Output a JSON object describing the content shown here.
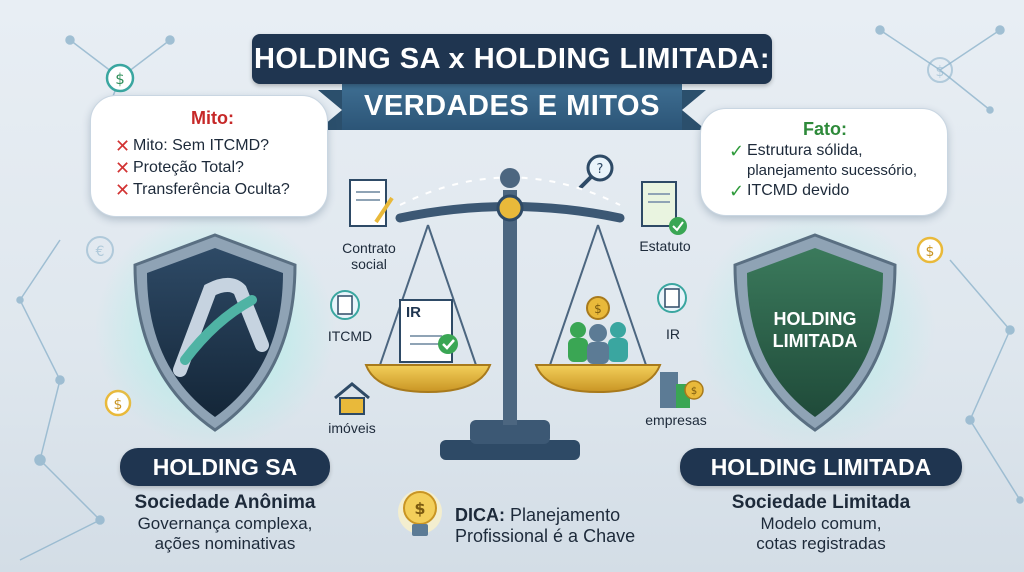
{
  "title": {
    "line1": "HOLDING SA x HOLDING LIMITADA:",
    "line2": "VERDADES E MITOS"
  },
  "myth_cloud": {
    "heading": "Mito:",
    "items": [
      "Mito: Sem ITCMD?",
      "Proteção Total?",
      "Transferência Oculta?"
    ]
  },
  "fact_cloud": {
    "heading": "Fato:",
    "items": [
      "Estrutura sólida,",
      "planejamento sucessório,",
      "ITCMD devido"
    ]
  },
  "shield_right_text": [
    "HOLDING",
    "LIMITADA"
  ],
  "document_badge": "IR",
  "labels_left": {
    "contrato": [
      "Contrato",
      "social"
    ],
    "itcmd": "ITCMD",
    "imoveis": "imóveis"
  },
  "labels_right": {
    "estatuto": "Estatuto",
    "ir": "IR",
    "empresas": "empresas"
  },
  "left_panel": {
    "label": "HOLDING SA",
    "subtitle": "Sociedade Anônima",
    "description": [
      "Governança complexa,",
      "ações nominativas"
    ]
  },
  "right_panel": {
    "label": "HOLDING LIMITADA",
    "subtitle": "Sociedade Limitada",
    "description": [
      "Modelo comum,",
      "cotas registradas"
    ]
  },
  "tip": {
    "prefix": "DICA:",
    "text": " Planejamento",
    "text2": "Profissional é a Chave"
  },
  "colors": {
    "navy": "#1f3550",
    "green": "#2f6b4e",
    "gold": "#e9b93a",
    "teal": "#3aa6a0",
    "red": "#d23333"
  }
}
